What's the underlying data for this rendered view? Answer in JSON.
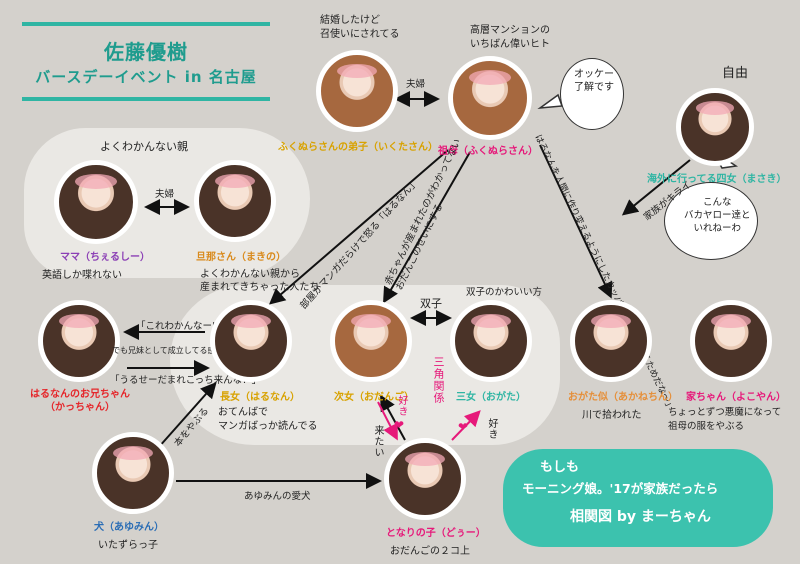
{
  "title": {
    "line1": "佐藤優樹",
    "line2": "バースデーイベント in 名古屋"
  },
  "people": {
    "husband": {
      "name": "ふくぬらさんの弟子（いくたさん）",
      "desc_top": "結婚したけど\n召使いにされてる",
      "color": "#d8a200"
    },
    "grandma": {
      "name": "祖母（ふくぬらさん）",
      "desc_top": "高層マンションの\nいちばん偉いヒト",
      "color": "#e6197a"
    },
    "aunt": {
      "name": "海外に行ってる四女（まさき）",
      "desc_top": "自由",
      "color": "#2fb5a3"
    },
    "mama": {
      "name": "ママ（ちぇるしー）",
      "desc": "英語しか喋れない",
      "color": "#8b3fb5"
    },
    "papa": {
      "name": "旦那さん（まきの）",
      "color": "#d98a1c"
    },
    "haruna_bro": {
      "name": "はるなんのお兄ちゃん\n（かっちゃん）",
      "color": "#e5262a"
    },
    "haruna": {
      "name": "長女（はるなん）",
      "desc": "おてんばで\nマンガばっか読んでる",
      "color": "#d8a200"
    },
    "odango": {
      "name": "次女（おだんご）",
      "color": "#d8a200"
    },
    "ogata": {
      "name": "三女（おがた）",
      "color": "#2fb5a3"
    },
    "ogata_kawai": {
      "name": "おがた似（あかねちん）",
      "desc": "川で拾われた",
      "color": "#e58f3a"
    },
    "yokoyama": {
      "name": "家ちゃん（よこやん）",
      "desc": "ちょっとずつ悪魔になって\n祖母の服をやぶる",
      "color": "#e6197a"
    },
    "dog": {
      "name": "犬（あゆみん）",
      "desc": "いたずらっ子",
      "color": "#2a6db5"
    },
    "neighbor": {
      "name": "となりの子（どぅー）",
      "desc": "おだんごの２コ上",
      "color": "#e6197a"
    }
  },
  "notes": {
    "couple1": "夫婦",
    "couple2": "夫婦",
    "twins": "双子",
    "twins_cute": "双子のかわいい方",
    "unknown_parent": "よくわかんない親",
    "unknown_kids": "よくわかんない親から\n産まれてきちゃった人たち",
    "bro_to": "「これわかんなーい」",
    "bro_desc": "でも兄妹として成立してる感じ",
    "bro_back": "「うるせーだまれこっち来んな！」",
    "manga": "部屋がマンガだらけで怒る「はるなん」",
    "baby": "赤ちゃんが産まれたのがわかってない\nおだんごのせいにする",
    "haruna_love": "はるなんを人間に作り変えるようにしたカッパ「かわいくなるためだな〜」",
    "aunt_arrow": "家族がキライ",
    "aunt_bubble": "こんな\nバカヤロー達と\nいれねーわ",
    "grandma_bubble": "オッケー\n了解です",
    "book": "本をやぶる",
    "dog_arrow": "あゆみんの愛犬",
    "triangle": "三角関係",
    "love1": "好き",
    "love2": "好き",
    "love3": "来たい"
  },
  "box": {
    "line1": "もしも",
    "line2": "モーニング娘。'17が家族だったら",
    "line3": "相関図 by まーちゃん"
  }
}
